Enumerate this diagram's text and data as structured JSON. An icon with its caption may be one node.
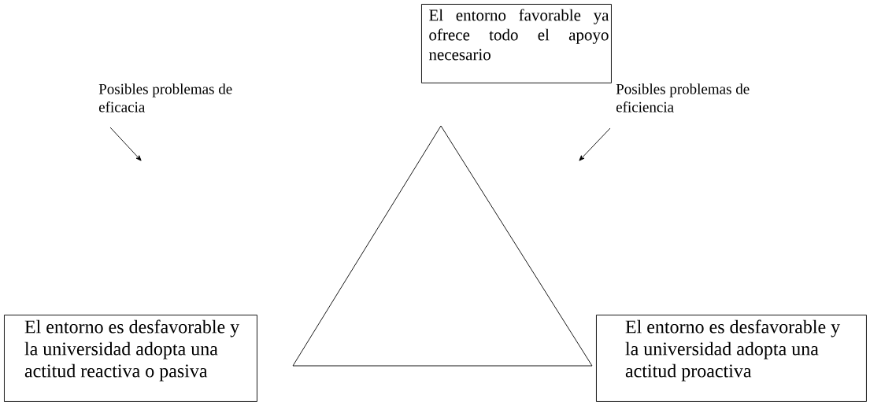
{
  "diagram": {
    "nodes": [
      {
        "text": [
          "El entorno favorable ya ofrece todo el apoyo necesario"
        ]
      },
      {
        "text": [
          "Posibles problemas de eficacia"
        ]
      },
      {
        "text": [
          "El entorno es desfavorable y la universidad adopta una actitud reactiva o pasiva"
        ]
      },
      {
        "text": [
          "Posibles problemas de eficiencia"
        ]
      },
      {
        "text": [
          "El entorno es desfavorable y la universidad adopta una actitud proactiva"
        ]
      },
      {
        "text": [],
        "shape": "triangle"
      }
    ],
    "edges": [
      {
        "from": 1,
        "to": null,
        "arrow": "to"
      },
      {
        "from": 3,
        "to": null,
        "arrow": "to"
      }
    ]
  }
}
